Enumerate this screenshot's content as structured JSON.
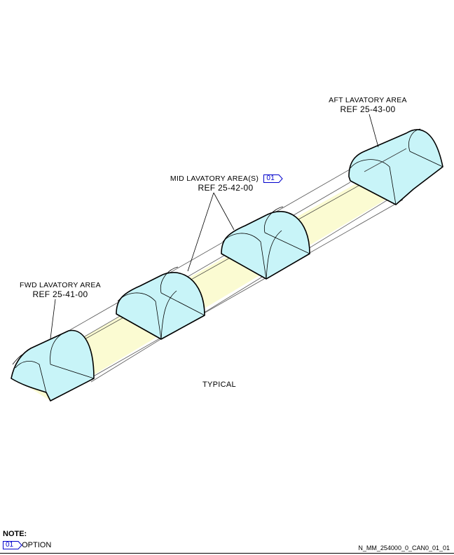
{
  "labels": {
    "aft": {
      "line1": "AFT LAVATORY AREA",
      "line2": "REF 25-43-00"
    },
    "mid": {
      "line1": "MID LAVATORY AREA(S)",
      "line2": "REF 25-42-00",
      "flag": "01"
    },
    "fwd": {
      "line1": "FWD LAVATORY AREA",
      "line2": "REF 25-41-00"
    },
    "typical": "TYPICAL"
  },
  "note": {
    "title": "NOTE:",
    "flag": "01",
    "text": "OPTION"
  },
  "drawing_id": "N_MM_254000_0_CAN0_01_01",
  "colors": {
    "cabin": "#fbfbd2",
    "lavatory": "#c8f4f8",
    "flag": "#0000cc",
    "line": "#000000"
  }
}
